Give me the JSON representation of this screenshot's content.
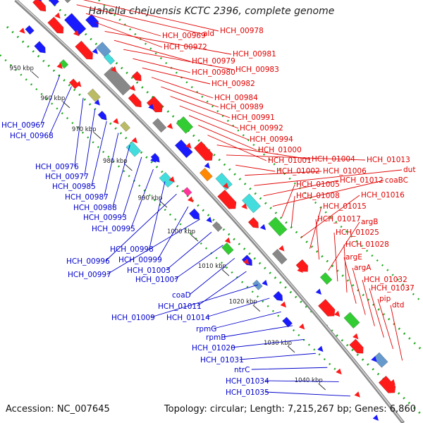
{
  "title": "Hahella chejuensis KCTC 2396, complete genome",
  "footer": {
    "accession": "Accession: NC_007645",
    "summary": "Topology: circular; Length: 7,215,267 bp; Genes: 6,860"
  },
  "colors": {
    "forward_label": "#e00000",
    "reverse_label": "#0000cc",
    "backbone": "#888888",
    "track_dots": "#22aa22"
  },
  "scale_ticks": [
    {
      "label": "950 kbp",
      "track_pos": 0.12
    },
    {
      "label": "960 kbp",
      "track_pos": 0.2
    },
    {
      "label": "970 kbp",
      "track_pos": 0.28
    },
    {
      "label": "980 kbp",
      "track_pos": 0.36
    },
    {
      "label": "990 kbp",
      "track_pos": 0.45
    },
    {
      "label": "1000 kbp",
      "track_pos": 0.53
    },
    {
      "label": "1010 kbp",
      "track_pos": 0.61
    },
    {
      "label": "1020 kbp",
      "track_pos": 0.69
    },
    {
      "label": "1030 kbp",
      "track_pos": 0.78
    },
    {
      "label": "1040 kbp",
      "track_pos": 0.86
    }
  ],
  "forward_labels": [
    "HCH_00978",
    "ald",
    "HCH_00969",
    "HCH_00972",
    "HCH_00981",
    "HCH_00979",
    "HCH_00983",
    "HCH_00980",
    "HCH_00982",
    "HCH_00984",
    "HCH_00989",
    "HCH_00991",
    "HCH_00992",
    "HCH_00994",
    "HCH_01000",
    "HCH_01001",
    "HCH_01004",
    "HCH_01013",
    "HCH_01002",
    "HCH_01006",
    "dut",
    "HCH_01012",
    "coaBC",
    "HCH_01005",
    "HCH_01008",
    "HCH_01016",
    "HCH_01015",
    "HCH_01017",
    "argB",
    "HCH_01025",
    "HCH_01028",
    "argE",
    "argA",
    "HCH_01032",
    "HCH_01037",
    "pip",
    "dtd"
  ],
  "reverse_labels": [
    "HCH_00967",
    "HCH_00968",
    "HCH_00976",
    "HCH_00977",
    "HCH_00985",
    "HCH_00987",
    "HCH_00988",
    "HCH_00993",
    "HCH_00995",
    "HCH_00998",
    "HCH_00996",
    "HCH_00999",
    "HCH_00997",
    "HCH_01003",
    "HCH_01007",
    "coaD",
    "HCH_01011",
    "HCH_01009",
    "HCH_01014",
    "rpmG",
    "rpmB",
    "HCH_01020",
    "HCH_01031",
    "ntrC",
    "HCH_01034",
    "HCH_01035"
  ]
}
